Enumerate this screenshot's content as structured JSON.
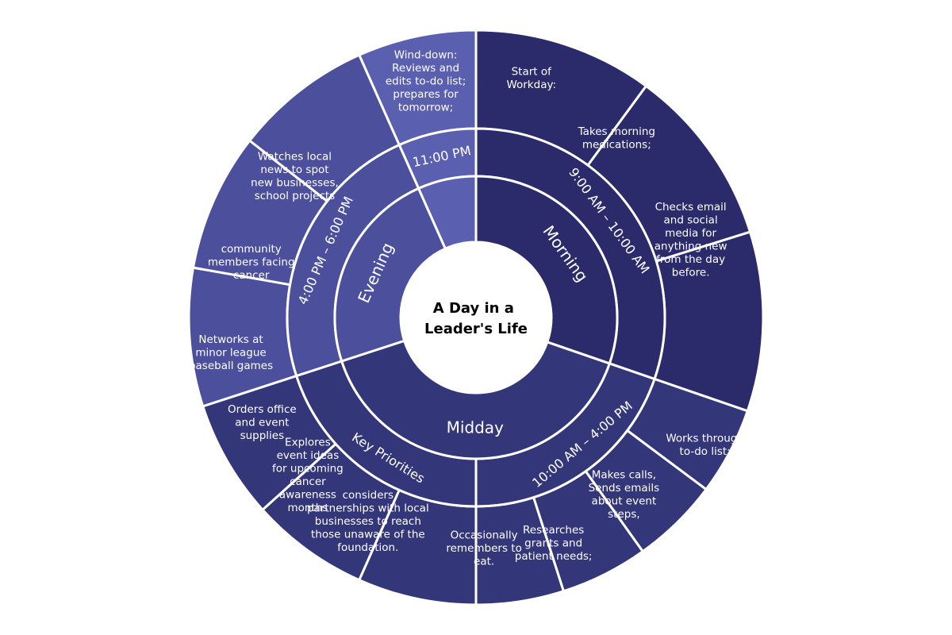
{
  "title_lines": [
    "A Day in a",
    "Leader's Life"
  ],
  "colors": {
    "morning": "#2b2b6c",
    "midday": "#34367a",
    "evening": "#4c4f9c",
    "night": "#5a5fb0"
  },
  "sections": [
    {
      "key": "night",
      "inner_label": "",
      "mid_label": "11:00 PM",
      "items": [
        {
          "lines": [
            "Wind-down:",
            "Reviews and",
            "edits to-do list;",
            "prepares for",
            "tomorrow;"
          ]
        }
      ]
    },
    {
      "key": "morning",
      "inner_label": "Morning",
      "mid_label": "9:00 AM – 10:00 AM",
      "items": [
        {
          "lines": [
            "Start of",
            "Workday:"
          ]
        },
        {
          "lines": [
            "Takes morning",
            "medications;"
          ]
        },
        {
          "lines": [
            "Checks email",
            "and social",
            "media for",
            "anything new",
            "from the day",
            "before."
          ]
        }
      ]
    },
    {
      "key": "midday",
      "inner_label": "Midday",
      "mid_label": "10:00 AM – 4:00 PM",
      "items": [
        {
          "lines": [
            "Works through",
            "to-do list;"
          ]
        },
        {
          "lines": [
            "Makes calls,",
            "Sends emails",
            "about event",
            "steps,"
          ]
        },
        {
          "lines": [
            "Researches",
            "grants and",
            "patient needs;"
          ]
        },
        {
          "lines": [
            "Occasionally",
            "remembers to",
            "eat."
          ]
        }
      ]
    },
    {
      "key": "midday",
      "inner_label": "",
      "mid_label": "Key Priorities",
      "items": [
        {
          "lines": [
            "considers",
            "partnerships with local",
            "businesses to reach",
            "those unaware of the",
            "foundation."
          ]
        },
        {
          "lines": [
            "Explores",
            "event ideas",
            "for upcoming",
            "cancer",
            "awareness",
            "months"
          ]
        },
        {
          "lines": [
            "Orders office",
            "and event",
            "supplies"
          ]
        }
      ]
    },
    {
      "key": "evening",
      "inner_label": "Evening",
      "mid_label": "4:00 PM – 6:00 PM",
      "items": [
        {
          "lines": [
            "Networks at",
            "minor league",
            "baseball games"
          ]
        },
        {
          "lines": [
            "community",
            "members facing",
            "cancer"
          ]
        },
        {
          "lines": [
            "Watches local",
            "news to spot",
            "new businesses,",
            "school projects"
          ]
        }
      ]
    }
  ]
}
